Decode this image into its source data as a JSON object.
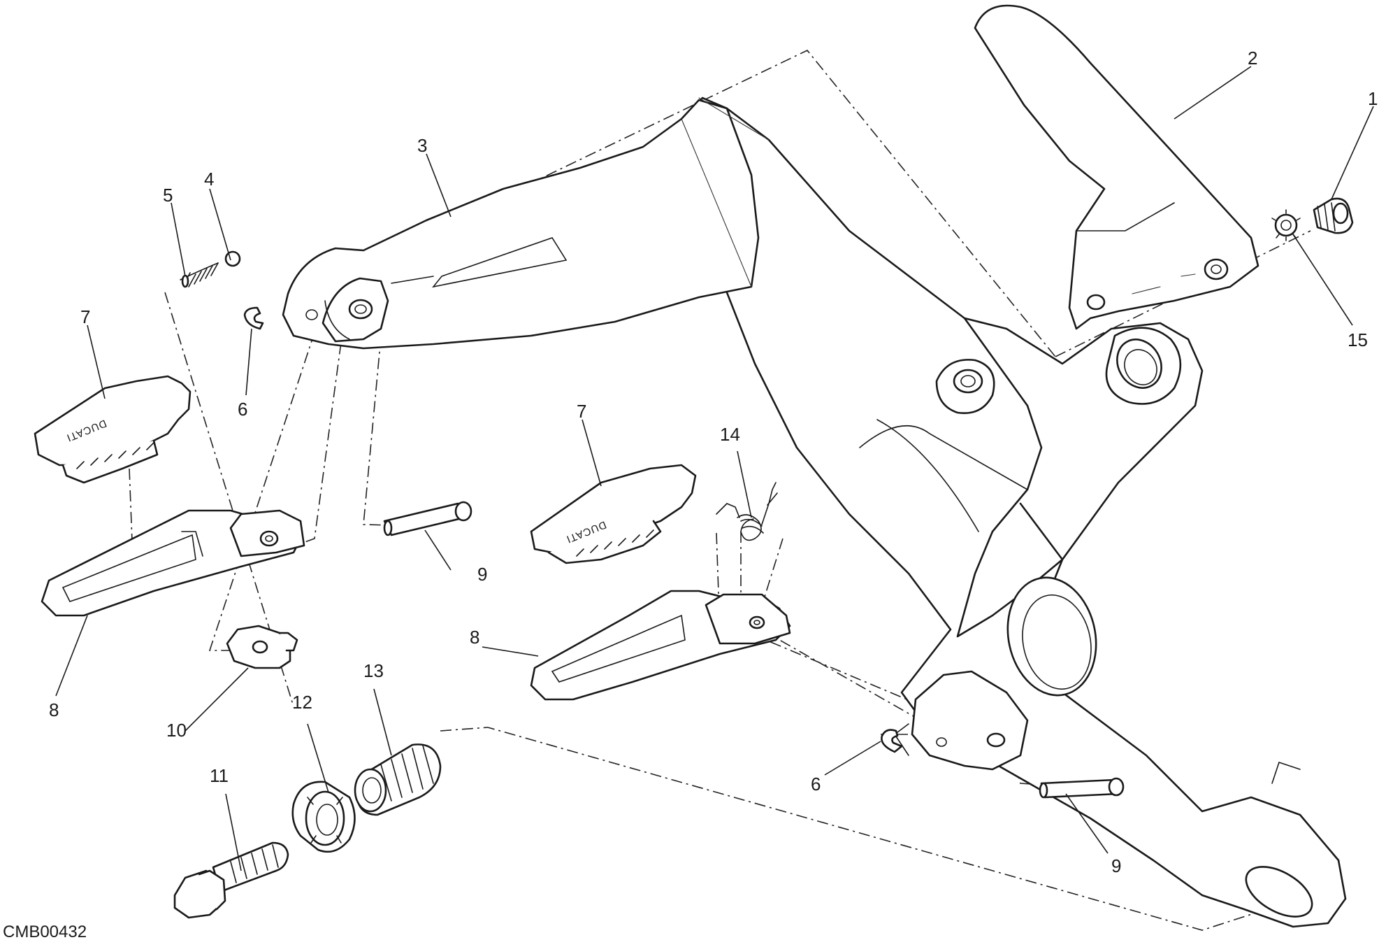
{
  "drawing_code": "CMB00432",
  "brand_mark": "DUCATI",
  "callouts": {
    "c1": "1",
    "c2": "2",
    "c3": "3",
    "c4": "4",
    "c5": "5",
    "c6a": "6",
    "c6b": "6",
    "c7a": "7",
    "c7b": "7",
    "c8a": "8",
    "c8b": "8",
    "c9a": "9",
    "c9b": "9",
    "c10": "10",
    "c11": "11",
    "c12": "12",
    "c13": "13",
    "c14": "14",
    "c15": "15"
  }
}
